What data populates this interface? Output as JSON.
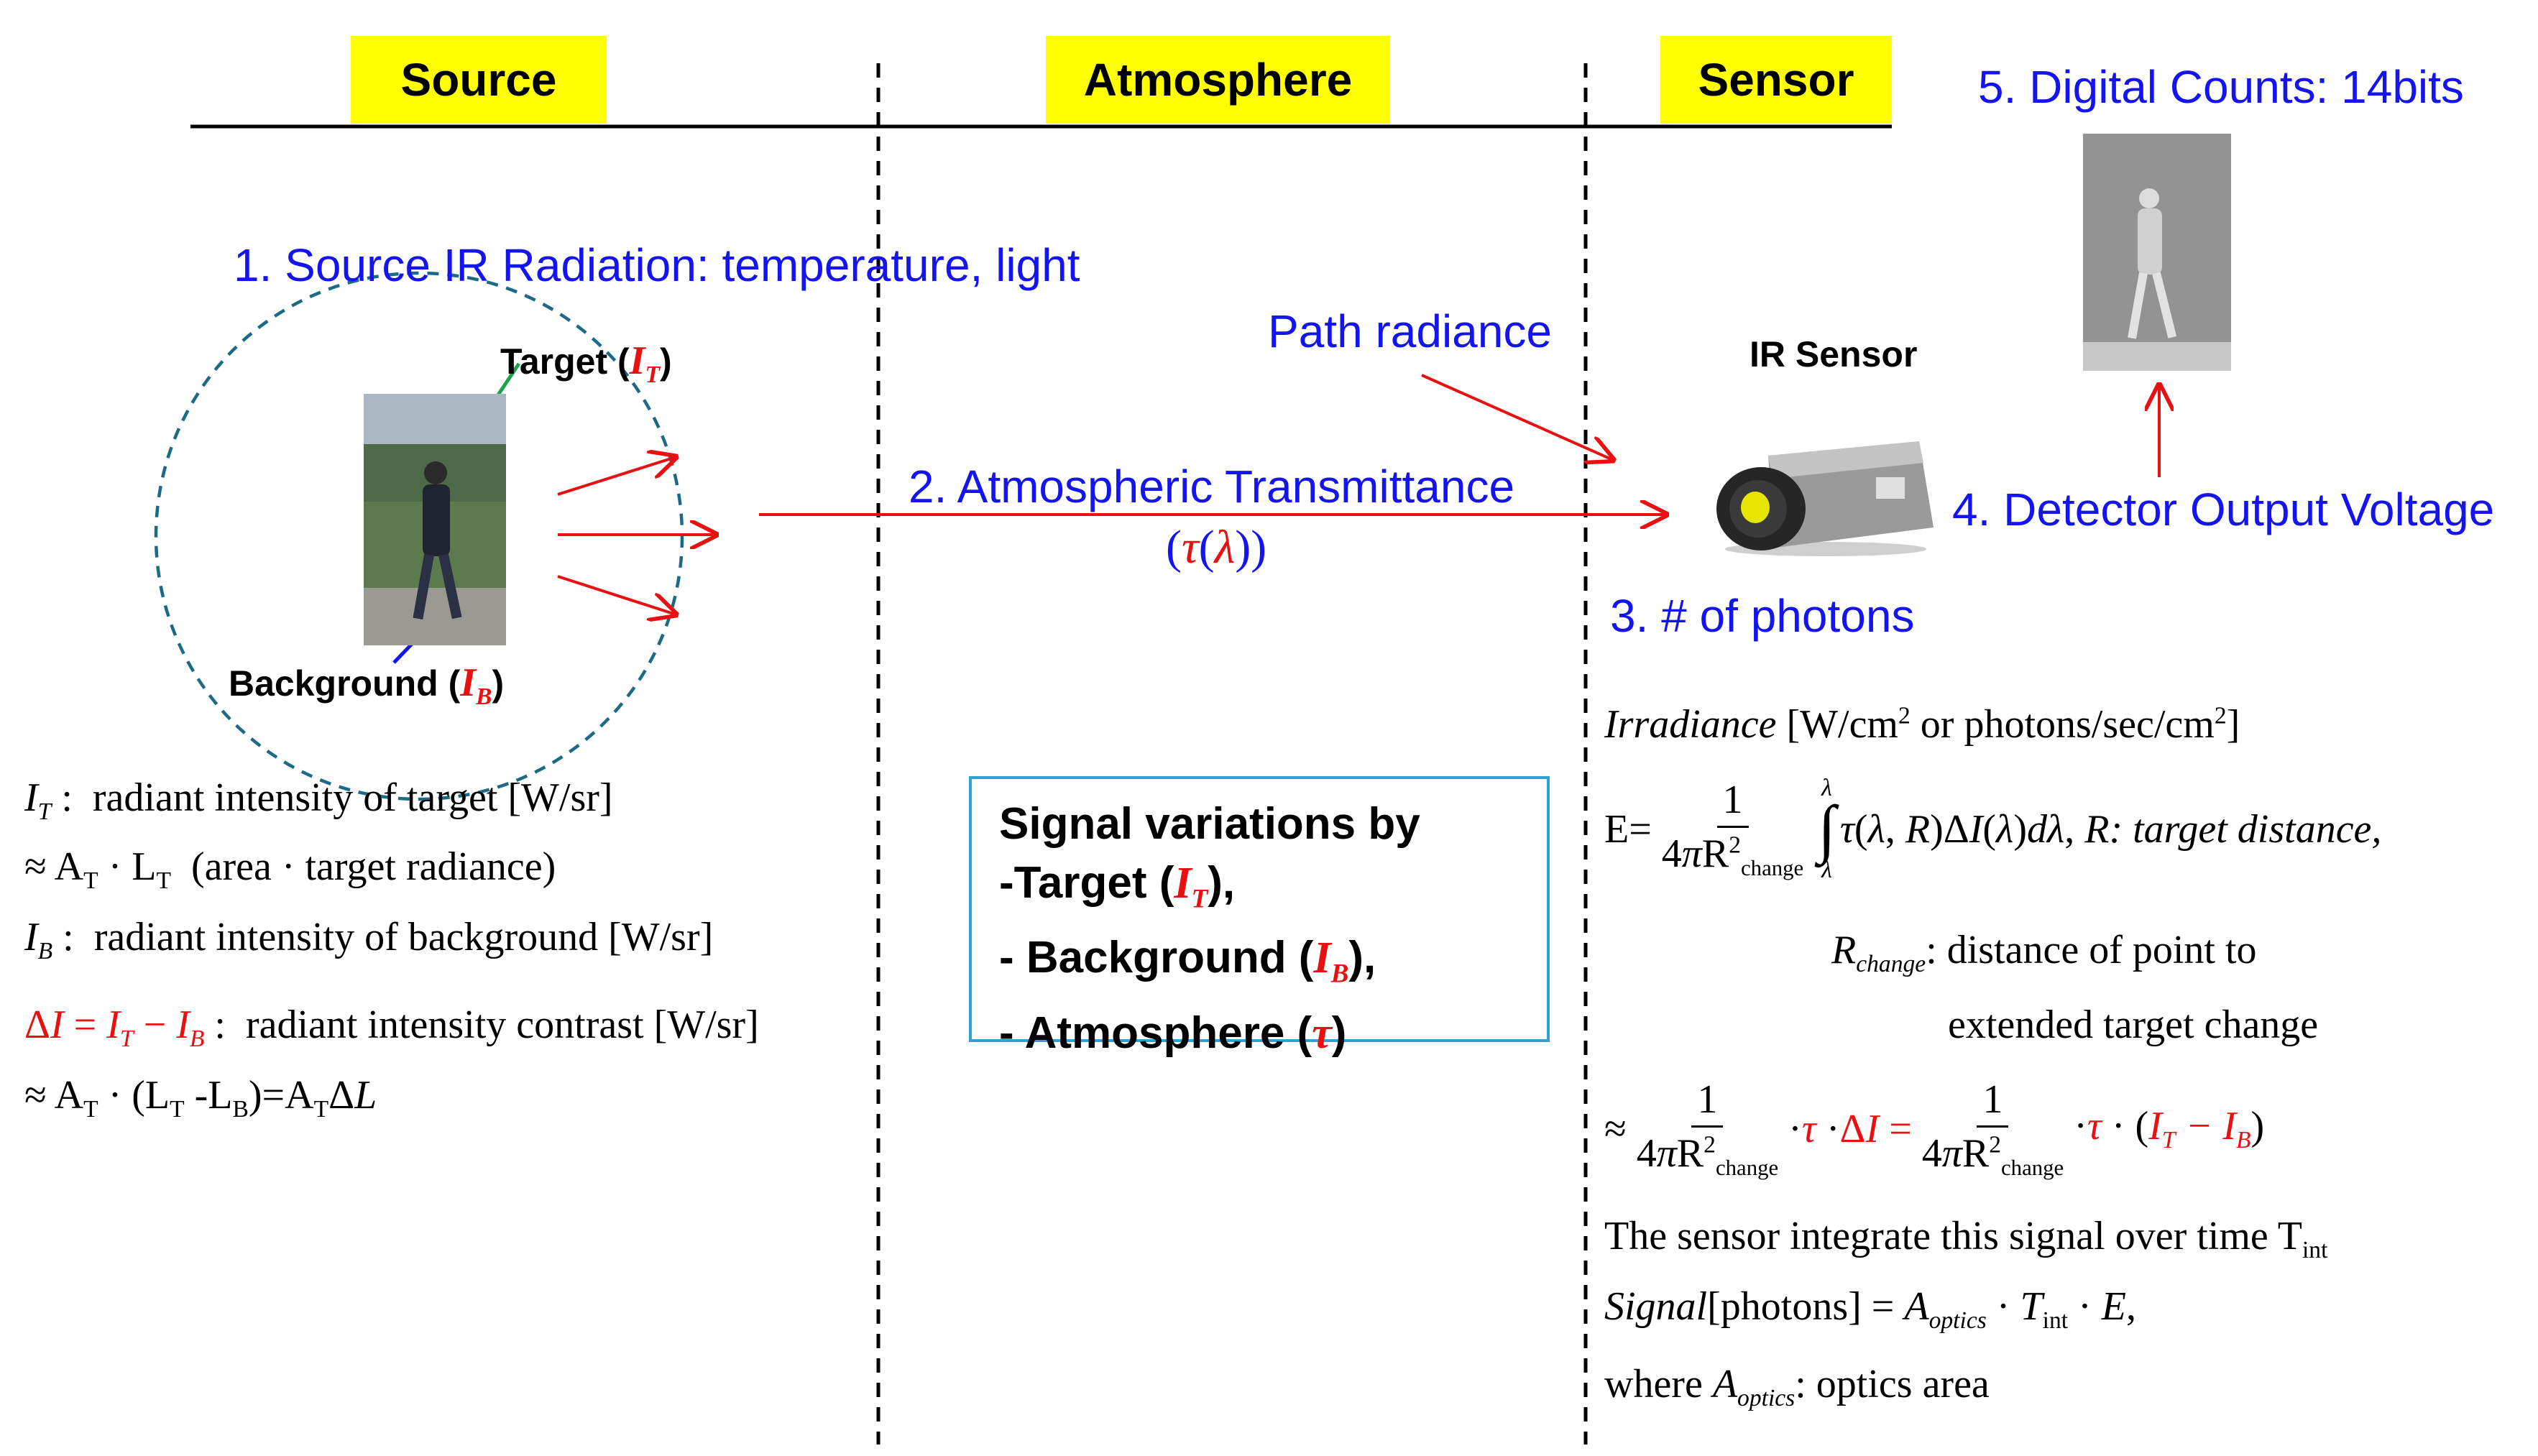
{
  "headers": {
    "source": "Source",
    "atmosphere": "Atmosphere",
    "sensor": "Sensor"
  },
  "labels": {
    "step1": "1. Source IR Radiation: temperature, light",
    "step2": "2. Atmospheric Transmittance",
    "step2_symbol": "(τ(λ))",
    "step3": "3. # of  photons",
    "step4": "4. Detector Output Voltage",
    "step5": "5. Digital Counts: 14bits",
    "path_radiance": "Path radiance",
    "ir_sensor": "IR Sensor",
    "target": "Target (",
    "background": "Background ("
  },
  "left_eqs": {
    "it_def": "radiant intensity of target [W/sr]",
    "it_approx": "(area · target radiance)",
    "ib_def": "radiant intensity of background [W/sr]",
    "contrast_def": "radiant intensity contrast [W/sr]"
  },
  "signal_box": {
    "line1": "Signal variations by",
    "line2": "-Target  (",
    "line3": "- Background (",
    "line4": "- Atmosphere ("
  },
  "right_eqs": {
    "irradiance": "Irradiance",
    "irradiance_units": "[W/cm",
    "irradiance_units2": " or photons/sec/cm",
    "target_distance": "R: target distance,",
    "rchange_def1": ": distance of point to",
    "rchange_def2": "extended target change",
    "integrate": "The sensor integrate this signal over time T",
    "signal": "Signal",
    "signal_units": "[photons] = ",
    "where": "where ",
    "optics_area": ": optics area"
  },
  "colors": {
    "header_bg": "#ffff00",
    "blue_text": "#1414f0",
    "red": "#e81010",
    "box_border": "#2ea2d2",
    "circle": "#1d6a86"
  }
}
